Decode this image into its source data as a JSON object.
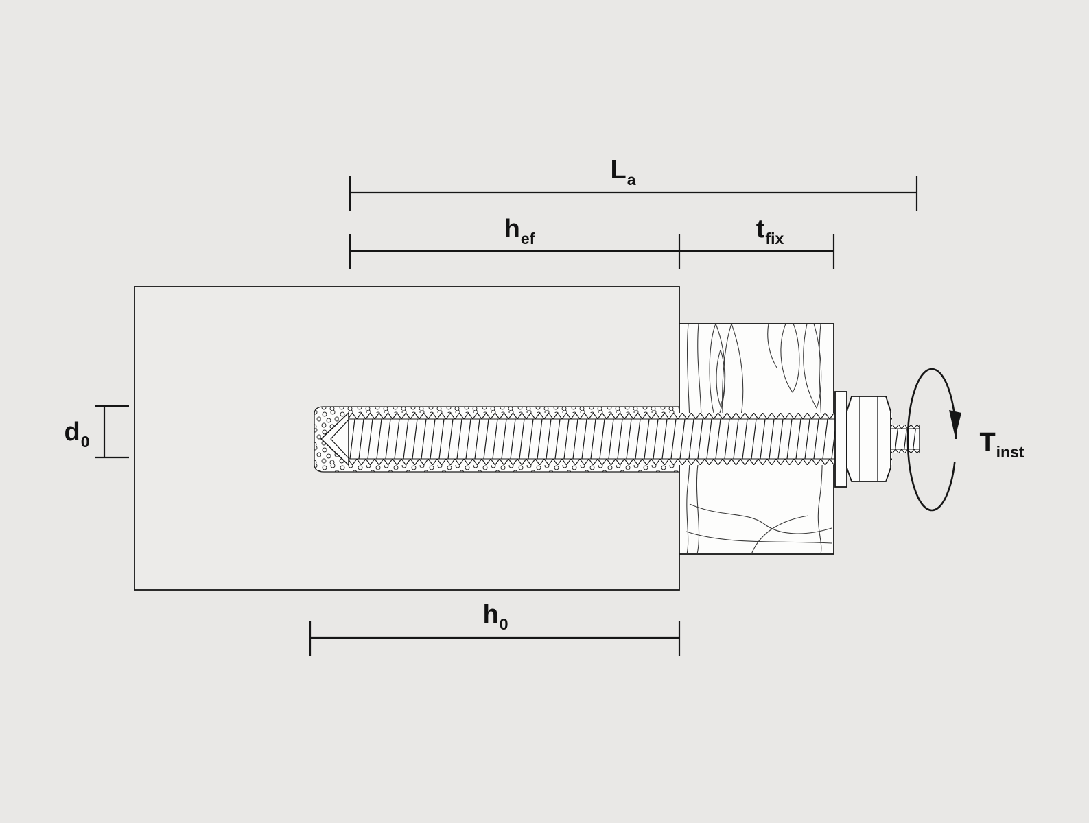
{
  "colors": {
    "background": "#e9e8e6",
    "line": "#161616",
    "fill": "#fdfdfc"
  },
  "labels": {
    "la": {
      "base": "L",
      "sub": "a"
    },
    "hef": {
      "base": "h",
      "sub": "ef"
    },
    "tfix": {
      "base": "t",
      "sub": "fix"
    },
    "h0": {
      "base": "h",
      "sub": "0"
    },
    "d0": {
      "base": "d",
      "sub": "0"
    },
    "tinst": {
      "base": "T",
      "sub": "inst"
    }
  }
}
